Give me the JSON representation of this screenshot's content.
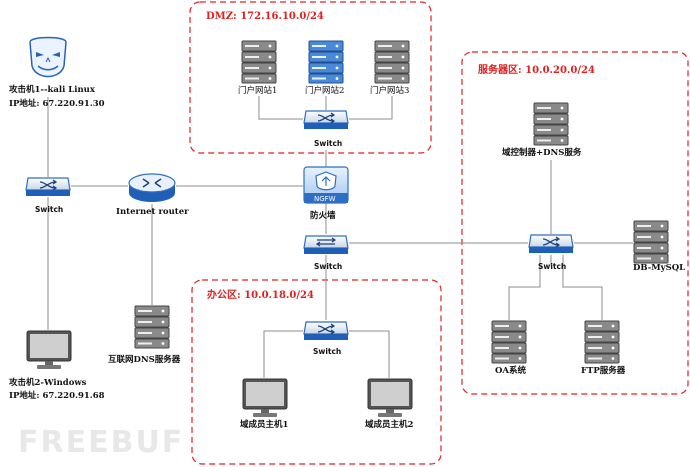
{
  "zones": {
    "dmz": "DMZ: 172.16.10.0/24",
    "server": "服务器区: 10.0.20.0/24",
    "office": "办公区: 10.0.18.0/24"
  },
  "attacker1": {
    "name": "攻击机1--kali Linux",
    "ip": "IP地址: 67.220.91.30"
  },
  "attacker2": {
    "name": "攻击机2-Windows",
    "ip": "IP地址: 67.220.91.68"
  },
  "switch_label": "Switch",
  "router_label": "Internet router",
  "firewall": {
    "label": "防火墙",
    "badge": "NGFW"
  },
  "dns_internet": "互联网DNS服务器",
  "portal": [
    "门户网站1",
    "门户网站2",
    "门户网站3"
  ],
  "server_zone": {
    "dc": "域控制器+DNS服务",
    "db": "DB-MySQL",
    "oa": "OA系统",
    "ftp": "FTP服务器"
  },
  "office": {
    "host1": "域成员主机1",
    "host2": "域成员主机2"
  },
  "watermark": "FREEBUF",
  "colors": {
    "zone_border": "#e02020",
    "switch_blue": "#2e6fc4",
    "server_gray": "#6b6b6b"
  }
}
